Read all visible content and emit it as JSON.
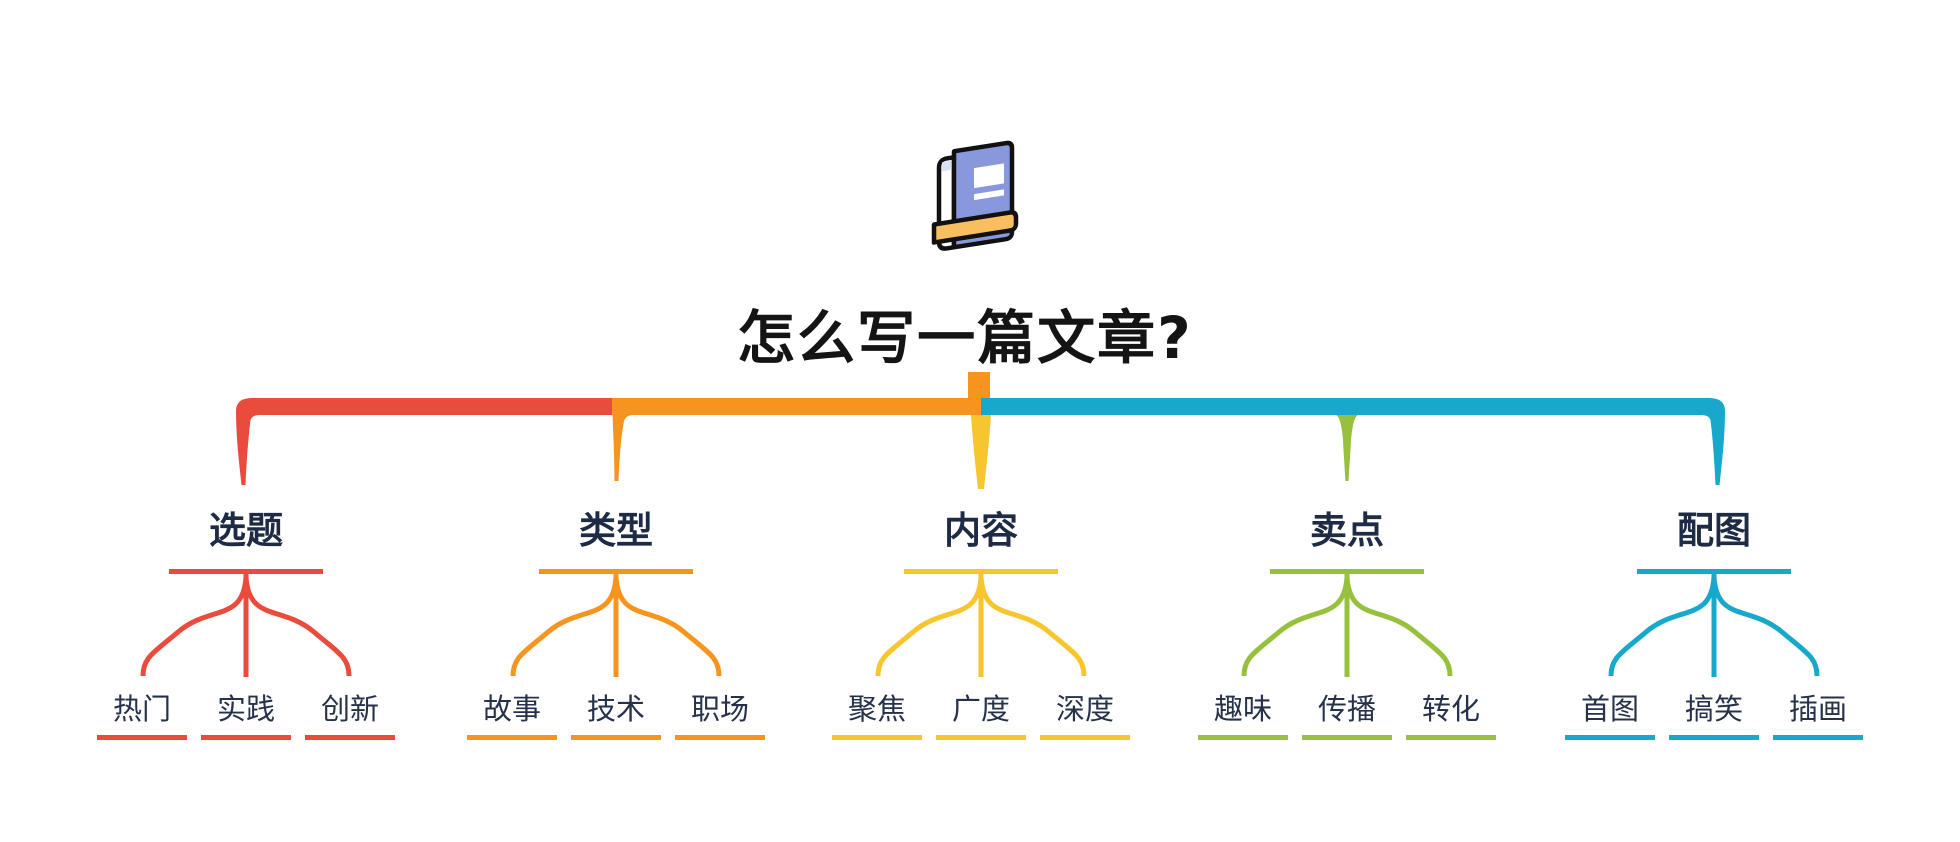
{
  "title": "怎么写一篇文章?",
  "colors": {
    "background": "#FFFFFF",
    "title_text": "#141414",
    "node_text": "#1E2B45",
    "child_text": "#25324A"
  },
  "icon": {
    "name": "book-icon",
    "outline": "#111111",
    "cover": "#8997DC",
    "band": "#F9BE5F",
    "pages": "#FFFFFF",
    "pages_top": "#DCE2F6"
  },
  "branches": [
    {
      "label": "选题",
      "color": "#E94B3C",
      "children": [
        "热门",
        "实践",
        "创新"
      ]
    },
    {
      "label": "类型",
      "color": "#F5941E",
      "children": [
        "故事",
        "技术",
        "职场"
      ]
    },
    {
      "label": "内容",
      "color": "#F7C52E",
      "children": [
        "聚焦",
        "广度",
        "深度"
      ]
    },
    {
      "label": "卖点",
      "color": "#97C13C",
      "children": [
        "趣味",
        "传播",
        "转化"
      ]
    },
    {
      "label": "配图",
      "color": "#17A8CB",
      "children": [
        "首图",
        "搞笑",
        "插画"
      ]
    }
  ]
}
